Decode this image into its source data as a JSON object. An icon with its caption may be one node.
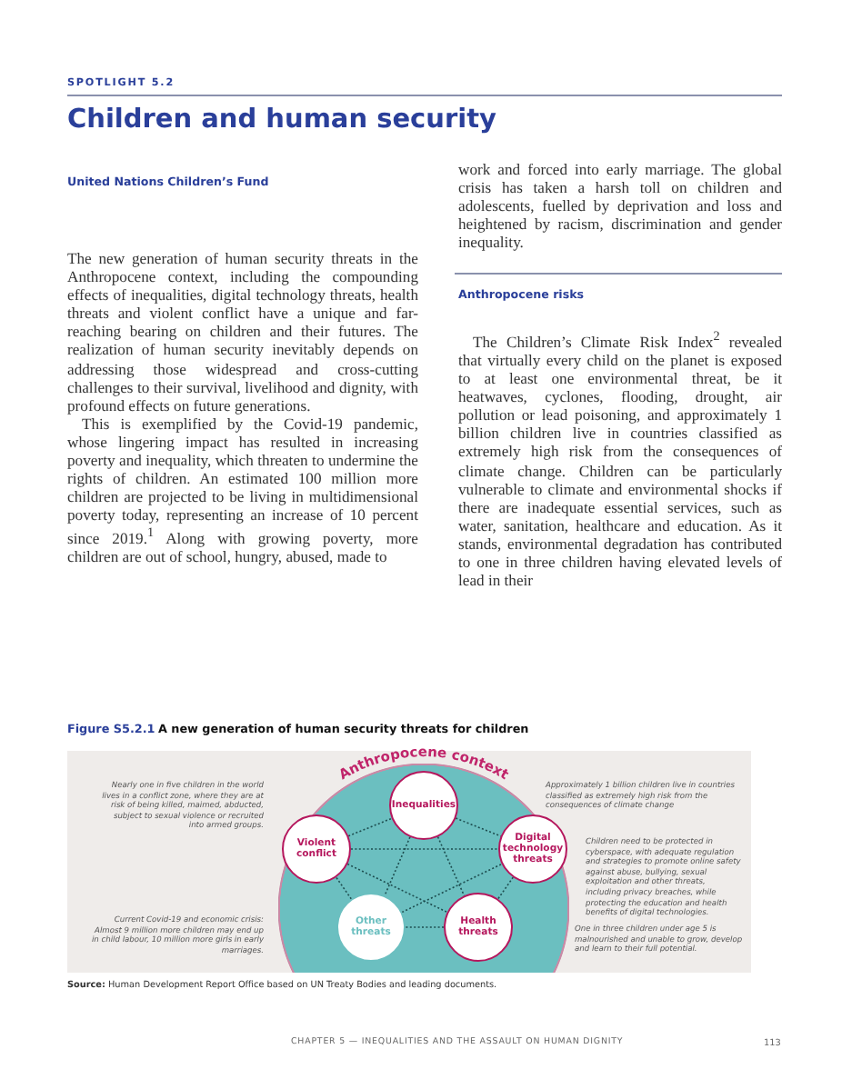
{
  "diagram": {
    "title": "Children and human security",
    "nodes": [
      {
        "text": [
          "Anthropocene context"
        ]
      },
      {
        "text": [
          "Inequalities"
        ],
        "in": 0
      },
      {
        "text": [
          "Violent conflict"
        ],
        "in": 0
      },
      {
        "text": [
          "Digital technology threats"
        ],
        "in": 0
      },
      {
        "text": [
          "Other threats"
        ],
        "in": 0
      },
      {
        "text": [
          "Health threats"
        ],
        "in": 0
      }
    ],
    "edges": [
      {
        "from": 1,
        "to": 3,
        "arrow": "none",
        "style": "dashed"
      },
      {
        "from": 3,
        "to": 5,
        "arrow": "none",
        "style": "dashed"
      },
      {
        "from": 5,
        "to": 4,
        "arrow": "none",
        "style": "dashed"
      },
      {
        "from": 4,
        "to": 2,
        "arrow": "none",
        "style": "dashed"
      },
      {
        "from": 2,
        "to": 1,
        "arrow": "none",
        "style": "dashed"
      },
      {
        "from": 1,
        "to": 5,
        "arrow": "none",
        "style": "dashed"
      },
      {
        "from": 1,
        "to": 4,
        "arrow": "none",
        "style": "dashed"
      },
      {
        "from": 2,
        "to": 3,
        "arrow": "none",
        "style": "dashed"
      },
      {
        "from": 2,
        "to": 5,
        "arrow": "none",
        "style": "dashed"
      },
      {
        "from": 4,
        "to": 3,
        "arrow": "none",
        "style": "dashed"
      }
    ],
    "labels": [
      "SPOTLIGHT 5.2",
      "United Nations Children’s Fund",
      "The new generation of human security threats in the Anthropocene context, including the compounding effects of inequalities, digital technology threats, health threats and violent conflict have a unique and far-reaching bearing on children and their futures. The realization of human security inevitably depends on addressing those widespread and cross-cutting challenges to their survival, livelihood and dignity, with profound effects on future generations.",
      "This is exemplified by the Covid-19 pandemic, whose lingering impact has resulted in increasing poverty and inequality, which threaten to undermine the rights of children. An estimated 100 million more children are projected to be living in multidimensional poverty today, representing an increase of 10 percent since 2019.$^{1}$ Along with growing poverty, more children are out of school, hungry, abused, made to",
      "work and forced into early marriage. The global crisis has taken a harsh toll on children and adolescents, fuelled by deprivation and loss and heightened by racism, discrimination and gender inequality.",
      "Anthropocene risks",
      "The Children’s Climate Risk Index$^{2}$ revealed that virtually every child on the planet is exposed to at least one environmental threat, be it heatwaves, cyclones, flooding, drought, air pollution or lead poisoning, and approximately 1 billion children live in countries classified as extremely high risk from the consequences of climate change. Children can be particularly vulnerable to climate and environmental shocks if there are inadequate essential services, such as water, sanitation, healthcare and education. As it stands, environmental degradation has contributed to one in three children having elevated levels of lead in their",
      "Figure S5.2.1",
      "A new generation of human security threats for children",
      "Approximately 1 billion children live in countries classified as extremely high risk from the consequences of climate change",
      "Nearly one in five children in the world lives in a conflict zone, where they are at risk of being killed, maimed, abducted, subject to sexual violence or recruited into armed groups.",
      "Children need to be protected in cyberspace, with adequate regulation and strategies to promote online safety against abuse, bullying, sexual exploitation and other threats, including privacy breaches, while protecting the education and health benefits of digital technologies.",
      "Current Covid-19 and economic crisis: Almost 9 million more children may end up in child labour, 10 million more girls in early marriages.",
      "One in three children under age 5 is malnourished and unable to grow, develop and learn to their full potential.",
      "**Source:** Human Development Report Office based on UN Treaty Bodies and leading documents.",
      "CHAPTER 5 — INEQUALITIES AND THE ASSAULT ON HUMAN DIGNITY",
      "113"
    ]
  }
}
